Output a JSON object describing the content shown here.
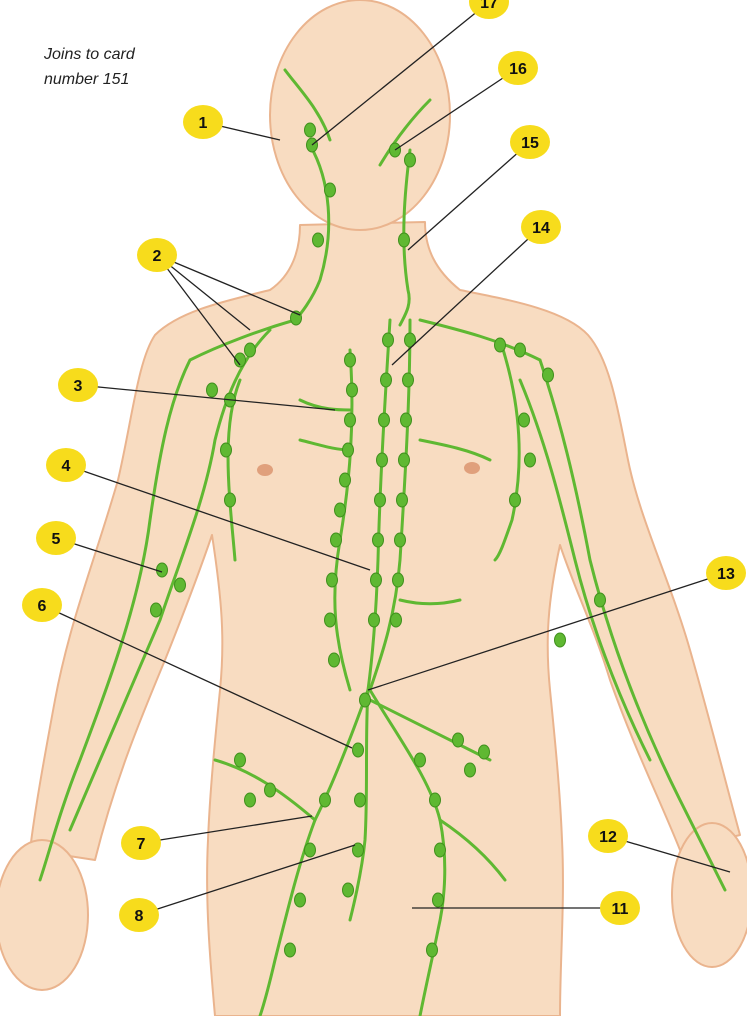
{
  "note": {
    "line1": "Joins to card",
    "line2": "number 151"
  },
  "colors": {
    "skin": "#f8dcc1",
    "skin_edge": "#eab48e",
    "lymph": "#5fb832",
    "lymph_dark": "#3f8f1c",
    "badge": "#f7dc1c",
    "leader": "#222222"
  },
  "labels": [
    {
      "n": "1"
    },
    {
      "n": "2"
    },
    {
      "n": "3"
    },
    {
      "n": "4"
    },
    {
      "n": "5"
    },
    {
      "n": "6"
    },
    {
      "n": "7"
    },
    {
      "n": "8"
    },
    {
      "n": "11"
    },
    {
      "n": "12"
    },
    {
      "n": "13"
    },
    {
      "n": "14"
    },
    {
      "n": "15"
    },
    {
      "n": "16"
    },
    {
      "n": "17"
    }
  ]
}
